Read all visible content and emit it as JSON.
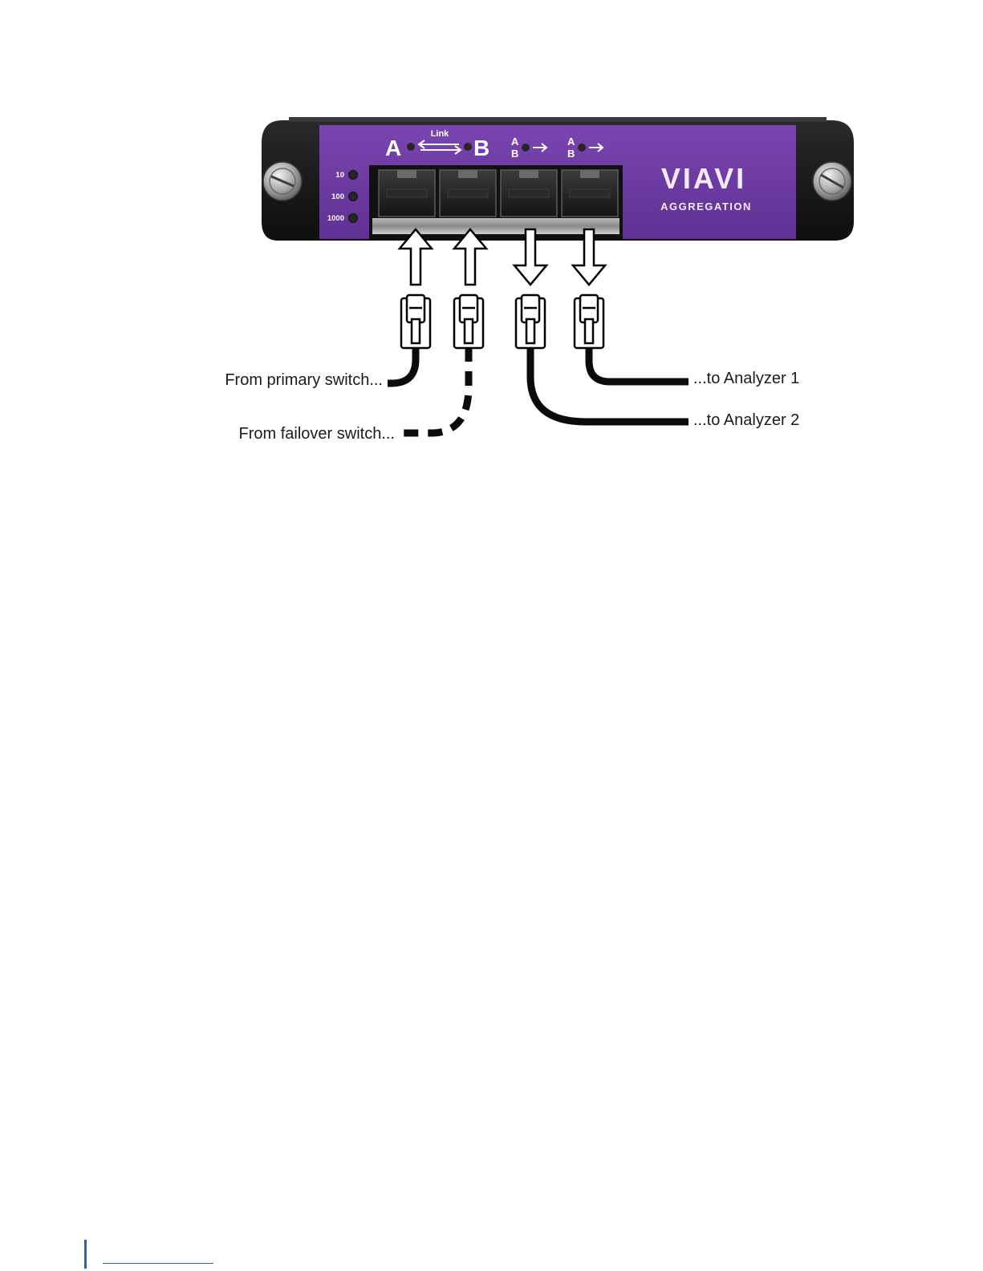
{
  "colors": {
    "panel": "#6d3aa2",
    "chassis": "#1e1e20",
    "cable": "#0b0b0b",
    "footer_accent": "#3b5fa8"
  },
  "device": {
    "brand": "VIAVI",
    "product": "AGGREGATION",
    "link_label": "Link",
    "port_a": "A",
    "port_b": "B",
    "tap_a": "A",
    "tap_b": "B",
    "speed_leds": [
      "10",
      "100",
      "1000"
    ]
  },
  "connections": [
    {
      "label": "From primary switch...",
      "direction": "in",
      "line": "solid"
    },
    {
      "label": "From failover switch...",
      "direction": "in",
      "line": "dashed"
    },
    {
      "label": "...to Analyzer 2",
      "direction": "out",
      "line": "solid"
    },
    {
      "label": "...to Analyzer 1",
      "direction": "out",
      "line": "solid"
    }
  ]
}
